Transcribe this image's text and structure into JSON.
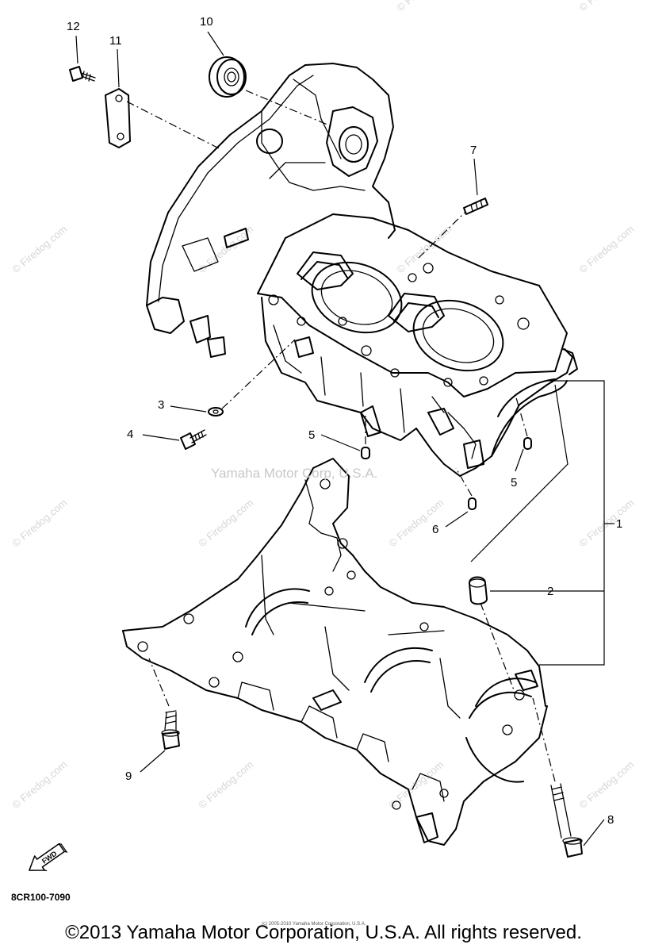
{
  "callouts": {
    "c1": "1",
    "c2": "2",
    "c3": "3",
    "c4": "4",
    "c5a": "5",
    "c5b": "5",
    "c6": "6",
    "c7": "7",
    "c8": "8",
    "c9": "9",
    "c10": "10",
    "c11": "11",
    "c12": "12"
  },
  "watermark_center": "Yamaha Motor Corp, U.S.A.",
  "watermark_tile": "© Firedog.com",
  "fwd_label": "FWD",
  "diagram_code": "8CR100-7090",
  "small_credit": "(c) 2005-2010 Yamaha Motor Corporation, U.S.A.",
  "copyright": "©2013 Yamaha Motor Corporation, U.S.A. All rights reserved."
}
